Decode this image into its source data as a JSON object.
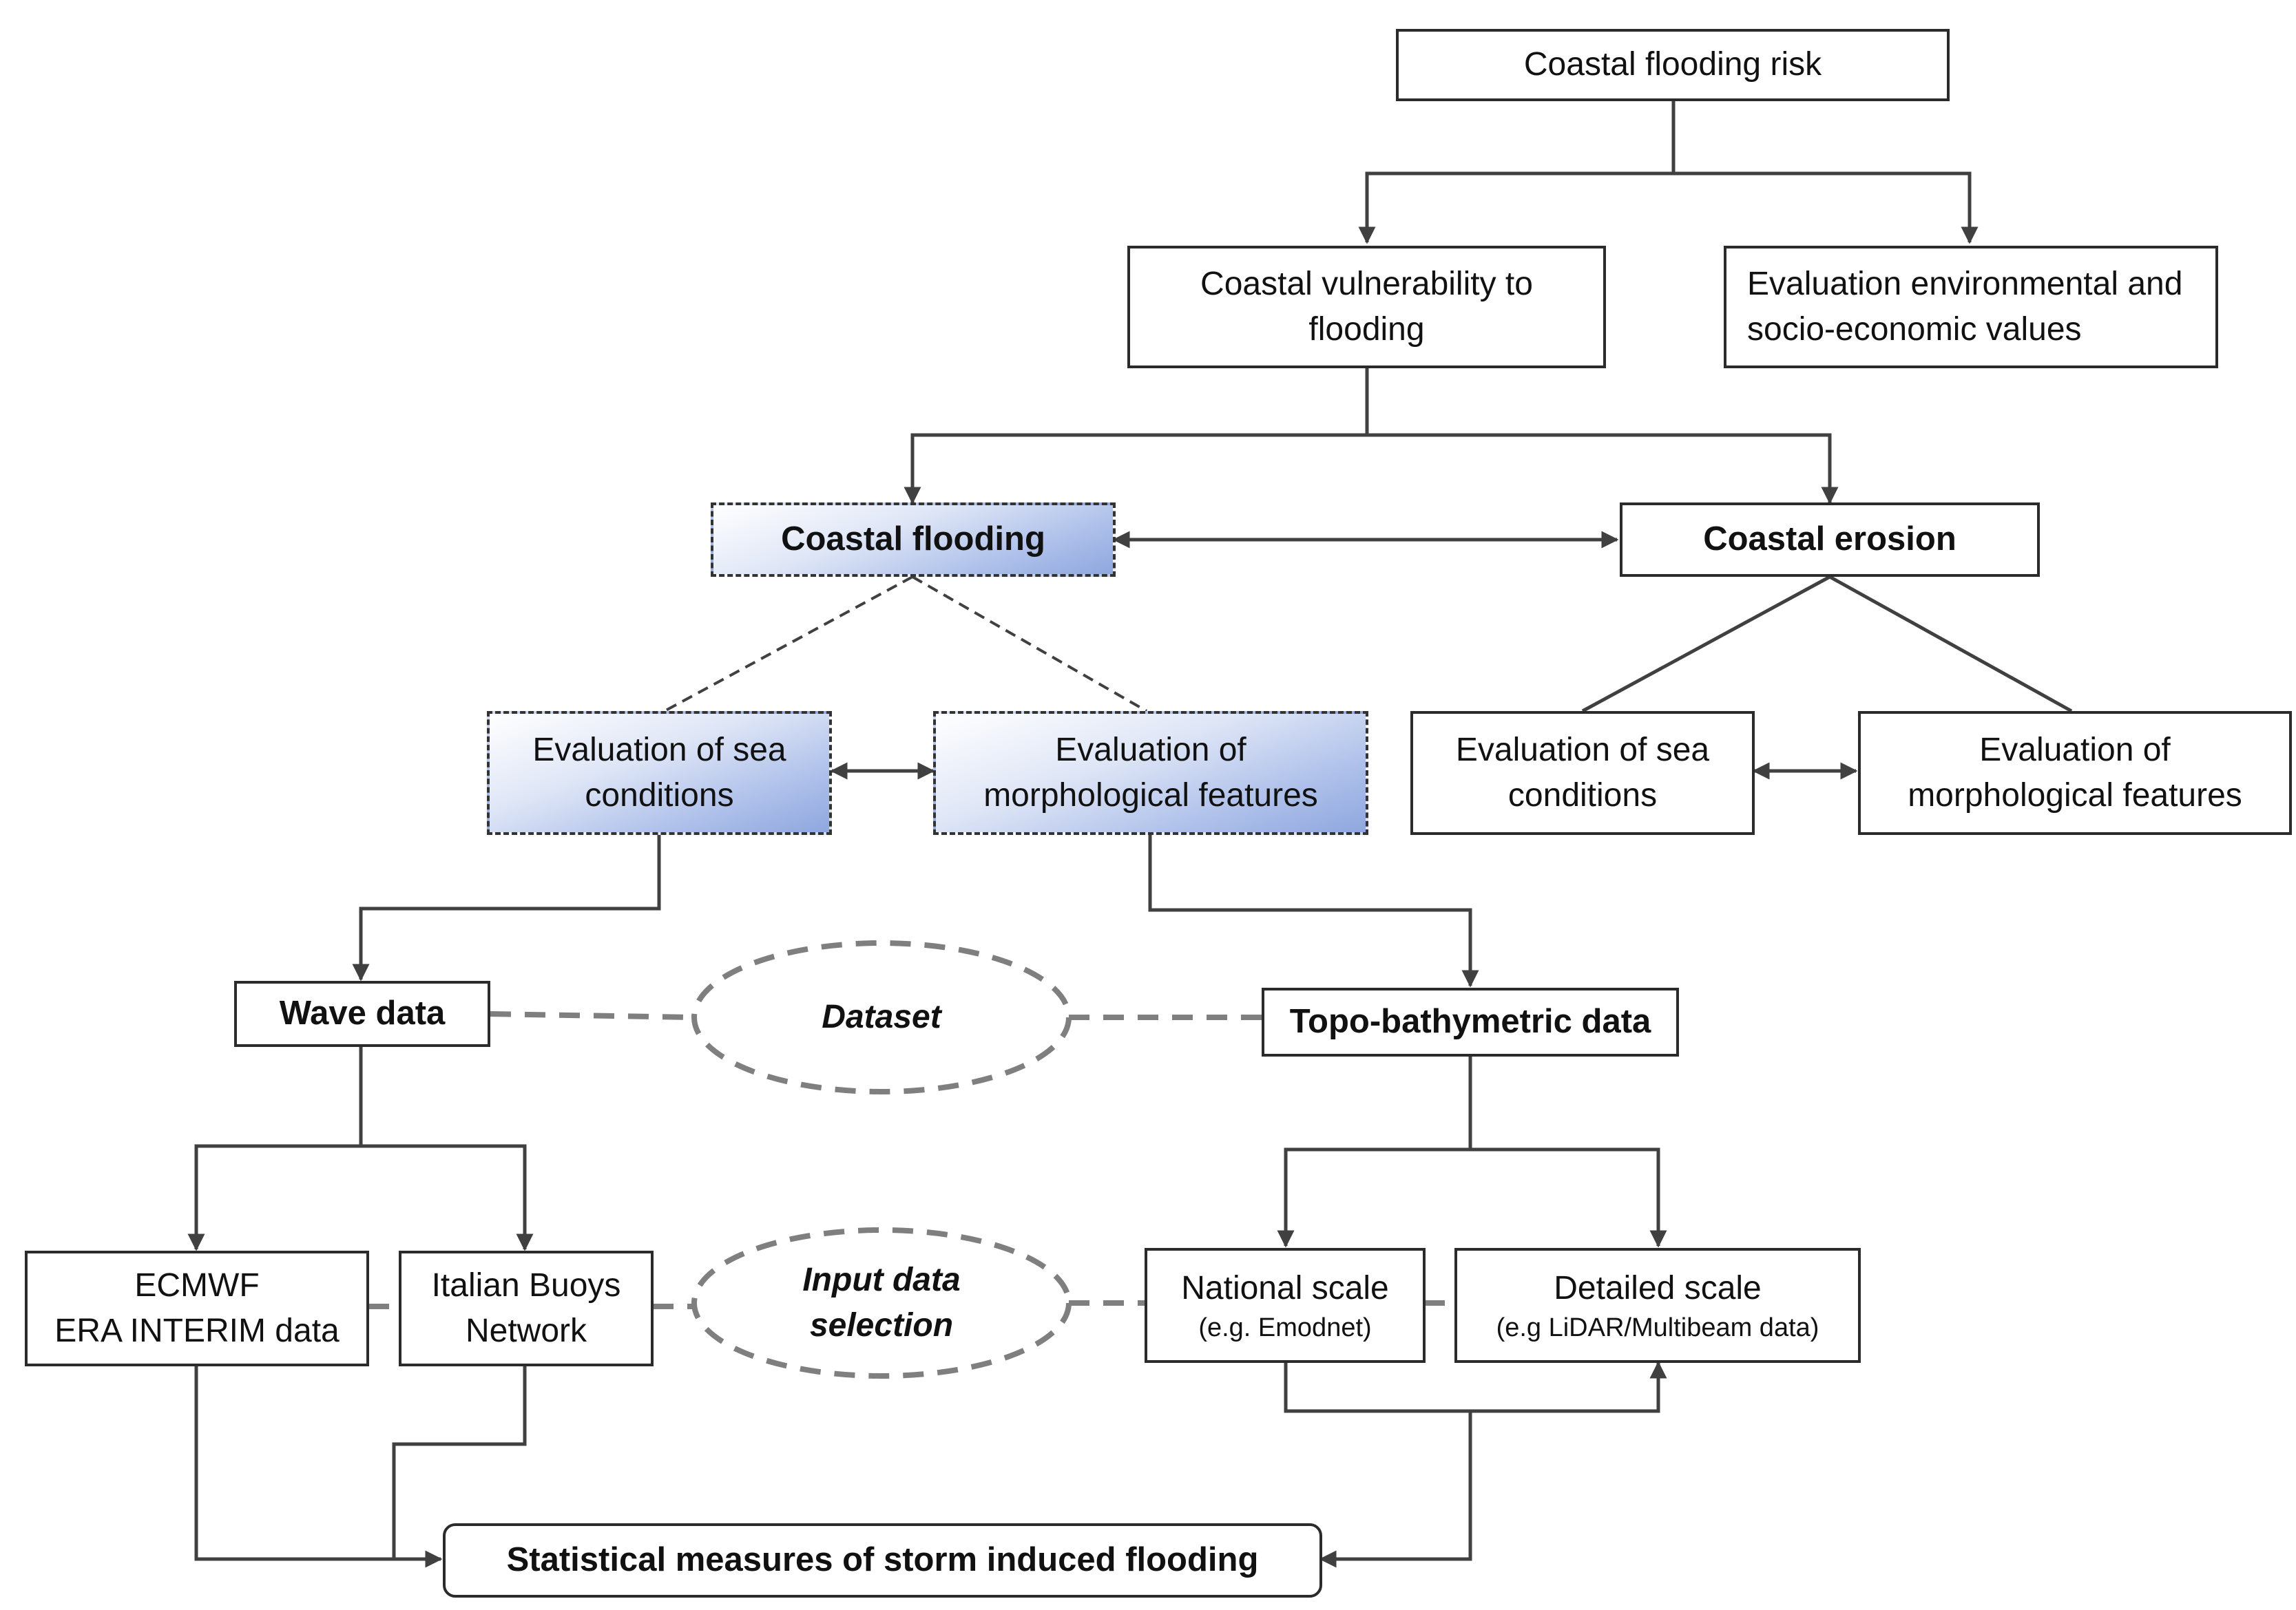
{
  "nodes": {
    "risk": "Coastal flooding risk",
    "vulnerability": "Coastal vulnerability to flooding",
    "values": "Evaluation environmental and socio-economic values",
    "flooding": "Coastal flooding",
    "erosion": "Coastal erosion",
    "flood_sea": "Evaluation of sea conditions",
    "flood_morph": "Evaluation of morphological features",
    "erosion_sea": "Evaluation of sea conditions",
    "erosion_morph": "Evaluation of morphological features",
    "wave": "Wave data",
    "topo": "Topo-bathymetric data",
    "ecmwf_line1": "ECMWF",
    "ecmwf_line2": "ERA INTERIM data",
    "buoys_line1": "Italian Buoys",
    "buoys_line2": "Network",
    "national_main": "National scale",
    "national_sub": "(e.g. Emodnet)",
    "detailed_main": "Detailed scale",
    "detailed_sub": "(e.g LiDAR/Multibeam data)",
    "statistical": "Statistical measures of storm induced flooding"
  },
  "ellipses": {
    "dataset": "Dataset",
    "input_line1": "Input data",
    "input_line2": "selection"
  },
  "colors": {
    "line": "#404040",
    "dashed_gray": "#7f7f7f",
    "highlight_blue": "#8fa7df"
  }
}
